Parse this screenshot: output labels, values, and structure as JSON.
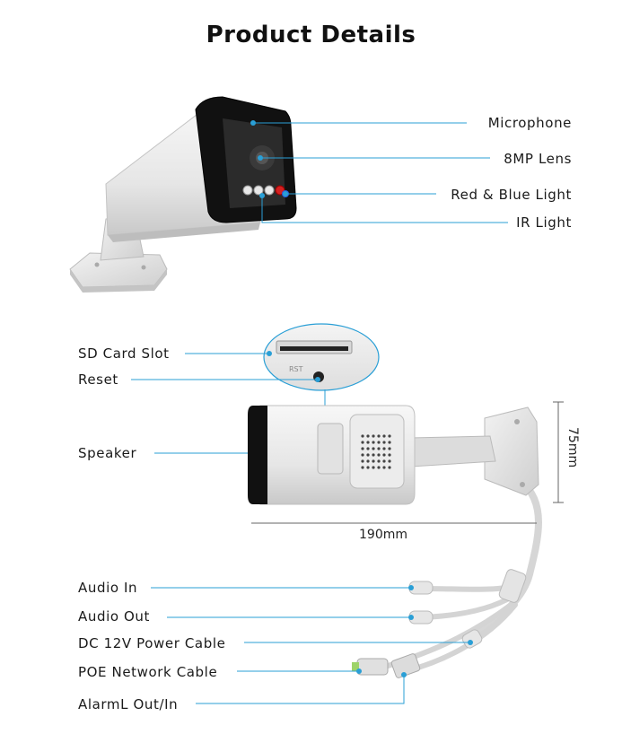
{
  "title": "Product Details",
  "accent_color": "#2a9fd6",
  "front_callouts": [
    {
      "label": "Microphone"
    },
    {
      "label": "8MP Lens"
    },
    {
      "label": "Red & Blue Light"
    },
    {
      "label": "IR Light"
    }
  ],
  "back_callouts": [
    {
      "label": "SD Card Slot"
    },
    {
      "label": "Reset"
    },
    {
      "label": "Speaker"
    }
  ],
  "dimensions": {
    "length": "190mm",
    "height": "75mm"
  },
  "cable_callouts": [
    {
      "label": "Audio In"
    },
    {
      "label": "Audio Out"
    },
    {
      "label": "DC 12V Power Cable"
    },
    {
      "label": "POE Network Cable"
    },
    {
      "label": "AlarmL Out/In"
    }
  ],
  "inset_markings": {
    "reset_text": "RST"
  }
}
